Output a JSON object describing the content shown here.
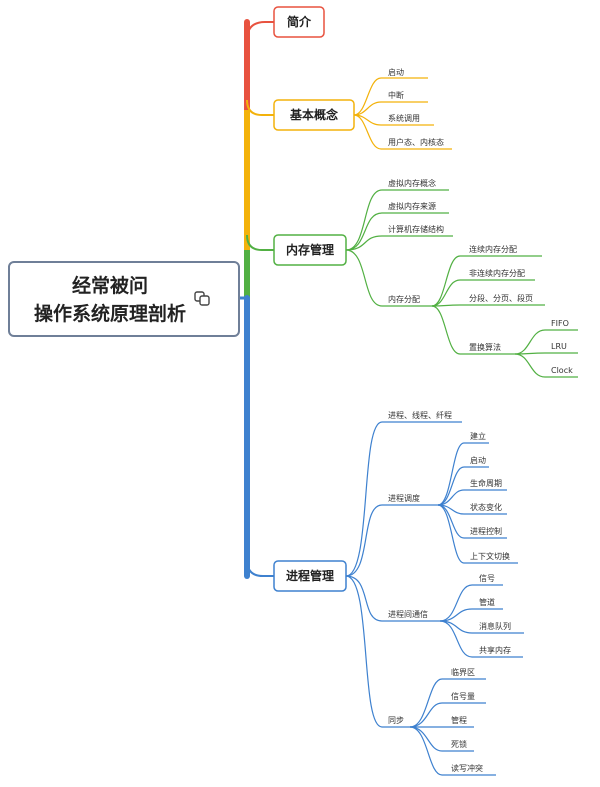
{
  "root": {
    "line1": "经常被问",
    "line2": "操作系统原理剖析",
    "icon": "link-icon"
  },
  "colors": {
    "red": "#e8523f",
    "orange": "#f3b20b",
    "green": "#52b043",
    "blue": "#3e81cf",
    "root_border": "#6f7f98"
  },
  "branches": [
    {
      "label": "简介",
      "color": "red",
      "children": []
    },
    {
      "label": "基本概念",
      "color": "orange",
      "children": [
        {
          "label": "启动"
        },
        {
          "label": "中断"
        },
        {
          "label": "系统调用"
        },
        {
          "label": "用户态、内核态"
        }
      ]
    },
    {
      "label": "内存管理",
      "color": "green",
      "children": [
        {
          "label": "虚拟内存概念"
        },
        {
          "label": "虚拟内存来源"
        },
        {
          "label": "计算机存储结构"
        },
        {
          "label": "内存分配",
          "children": [
            {
              "label": "连续内存分配"
            },
            {
              "label": "非连续内存分配"
            },
            {
              "label": "分段、分页、段页"
            },
            {
              "label": "置换算法",
              "children": [
                {
                  "label": "FIFO"
                },
                {
                  "label": "LRU"
                },
                {
                  "label": "Clock"
                }
              ]
            }
          ]
        }
      ]
    },
    {
      "label": "进程管理",
      "color": "blue",
      "children": [
        {
          "label": "进程、线程、纤程"
        },
        {
          "label": "进程调度",
          "children": [
            {
              "label": "建立"
            },
            {
              "label": "启动"
            },
            {
              "label": "生命周期"
            },
            {
              "label": "状态变化"
            },
            {
              "label": "进程控制"
            },
            {
              "label": "上下文切换"
            }
          ]
        },
        {
          "label": "进程间通信",
          "children": [
            {
              "label": "信号"
            },
            {
              "label": "管道"
            },
            {
              "label": "消息队列"
            },
            {
              "label": "共享内存"
            }
          ]
        },
        {
          "label": "同步",
          "children": [
            {
              "label": "临界区"
            },
            {
              "label": "信号量"
            },
            {
              "label": "管程"
            },
            {
              "label": "死锁"
            },
            {
              "label": "读写冲突"
            }
          ]
        }
      ]
    }
  ]
}
